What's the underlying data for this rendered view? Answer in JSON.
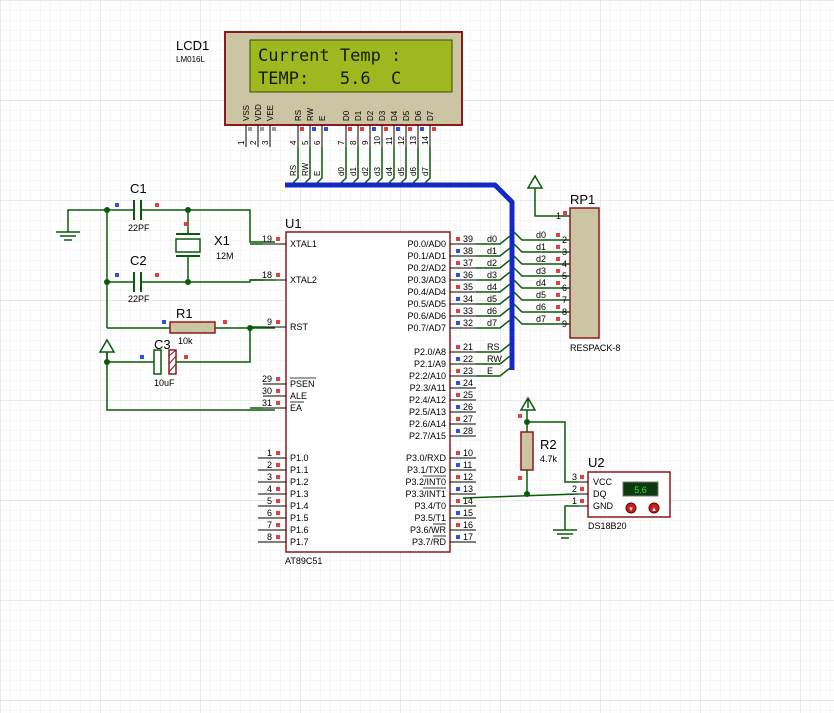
{
  "lcd": {
    "ref": "LCD1",
    "model": "LM016L",
    "line1": "Current Temp :",
    "line2": "TEMP:   5.6  C",
    "pins": [
      {
        "name": "VSS",
        "num": "1",
        "color": "#9a9a9a"
      },
      {
        "name": "VDD",
        "num": "2",
        "color": "#9a9a9a"
      },
      {
        "name": "VEE",
        "num": "3",
        "color": "#9a9a9a"
      },
      {
        "name": "RS",
        "num": "4",
        "color": "#e04040"
      },
      {
        "name": "RW",
        "num": "5",
        "color": "#3050e0"
      },
      {
        "name": "E",
        "num": "6",
        "color": "#3050e0"
      },
      {
        "name": "D0",
        "num": "7",
        "color": "#e04040"
      },
      {
        "name": "D1",
        "num": "8",
        "color": "#e04040"
      },
      {
        "name": "D2",
        "num": "9",
        "color": "#3050e0"
      },
      {
        "name": "D3",
        "num": "10",
        "color": "#e04040"
      },
      {
        "name": "D4",
        "num": "11",
        "color": "#3050e0"
      },
      {
        "name": "D5",
        "num": "12",
        "color": "#e04040"
      },
      {
        "name": "D6",
        "num": "13",
        "color": "#3050e0"
      },
      {
        "name": "D7",
        "num": "14",
        "color": "#e04040"
      }
    ],
    "net_labels": [
      "RS",
      "RW",
      "E",
      "d0",
      "d1",
      "d2",
      "d3",
      "d4",
      "d5",
      "d6",
      "d7"
    ]
  },
  "mcu": {
    "ref": "U1",
    "model": "AT89C51",
    "left_pins": [
      {
        "num": "19",
        "name": "XTAL1"
      },
      {
        "num": "18",
        "name": "XTAL2"
      },
      {
        "num": "9",
        "name": "RST"
      },
      {
        "num": "29",
        "name": "PSEN"
      },
      {
        "num": "30",
        "name": "ALE"
      },
      {
        "num": "31",
        "name": "EA"
      },
      {
        "num": "1",
        "name": "P1.0"
      },
      {
        "num": "2",
        "name": "P1.1"
      },
      {
        "num": "3",
        "name": "P1.2"
      },
      {
        "num": "4",
        "name": "P1.3"
      },
      {
        "num": "5",
        "name": "P1.4"
      },
      {
        "num": "6",
        "name": "P1.5"
      },
      {
        "num": "7",
        "name": "P1.6"
      },
      {
        "num": "8",
        "name": "P1.7"
      }
    ],
    "right_pins": [
      {
        "num": "39",
        "name": "P0.0/AD0",
        "net": "d0"
      },
      {
        "num": "38",
        "name": "P0.1/AD1",
        "net": "d1"
      },
      {
        "num": "37",
        "name": "P0.2/AD2",
        "net": "d2"
      },
      {
        "num": "36",
        "name": "P0.3/AD3",
        "net": "d3"
      },
      {
        "num": "35",
        "name": "P0.4/AD4",
        "net": "d4"
      },
      {
        "num": "34",
        "name": "P0.5/AD5",
        "net": "d5"
      },
      {
        "num": "33",
        "name": "P0.6/AD6",
        "net": "d6"
      },
      {
        "num": "32",
        "name": "P0.7/AD7",
        "net": "d7"
      },
      {
        "num": "21",
        "name": "P2.0/A8",
        "net": "RS"
      },
      {
        "num": "22",
        "name": "P2.1/A9",
        "net": "RW"
      },
      {
        "num": "23",
        "name": "P2.2/A10",
        "net": "E"
      },
      {
        "num": "24",
        "name": "P2.3/A11",
        "net": ""
      },
      {
        "num": "25",
        "name": "P2.4/A12",
        "net": ""
      },
      {
        "num": "26",
        "name": "P2.5/A13",
        "net": ""
      },
      {
        "num": "27",
        "name": "P2.6/A14",
        "net": ""
      },
      {
        "num": "28",
        "name": "P2.7/A15",
        "net": ""
      },
      {
        "num": "10",
        "name": "P3.0/RXD",
        "net": ""
      },
      {
        "num": "11",
        "name": "P3.1/TXD",
        "net": ""
      },
      {
        "num": "12",
        "name": "P3.2/INT0",
        "net": ""
      },
      {
        "num": "13",
        "name": "P3.3/INT1",
        "net": ""
      },
      {
        "num": "14",
        "name": "P3.4/T0",
        "net": ""
      },
      {
        "num": "15",
        "name": "P3.5/T1",
        "net": ""
      },
      {
        "num": "16",
        "name": "P3.6/WR",
        "net": ""
      },
      {
        "num": "17",
        "name": "P3.7/RD",
        "net": ""
      }
    ]
  },
  "c1": {
    "ref": "C1",
    "value": "22PF"
  },
  "c2": {
    "ref": "C2",
    "value": "22PF"
  },
  "c3": {
    "ref": "C3",
    "value": "10uF"
  },
  "x1": {
    "ref": "X1",
    "value": "12M"
  },
  "r1": {
    "ref": "R1",
    "value": "10k"
  },
  "r2": {
    "ref": "R2",
    "value": "4.7k"
  },
  "rp1": {
    "ref": "RP1",
    "model": "RESPACK-8",
    "pin1": "1",
    "pins": [
      {
        "net": "d0",
        "num": "2"
      },
      {
        "net": "d1",
        "num": "3"
      },
      {
        "net": "d2",
        "num": "4"
      },
      {
        "net": "d3",
        "num": "5"
      },
      {
        "net": "d4",
        "num": "6"
      },
      {
        "net": "d5",
        "num": "7"
      },
      {
        "net": "d6",
        "num": "8"
      },
      {
        "net": "d7",
        "num": "9"
      }
    ]
  },
  "u2": {
    "ref": "U2",
    "model": "DS18B20",
    "reading": "5.6",
    "pins": [
      {
        "name": "VCC",
        "num": "3"
      },
      {
        "name": "DQ",
        "num": "2"
      },
      {
        "name": "GND",
        "num": "1"
      }
    ]
  },
  "colors": {
    "wire": "#0a5a0a",
    "body": "#8b1a1a",
    "body_fill": "#ccc5a4",
    "lcd_screen": "#a0b820",
    "bus": "#1428c8",
    "grid": "#e3e3e3",
    "pin_red": "#e04040",
    "pin_blue": "#3050e0"
  }
}
